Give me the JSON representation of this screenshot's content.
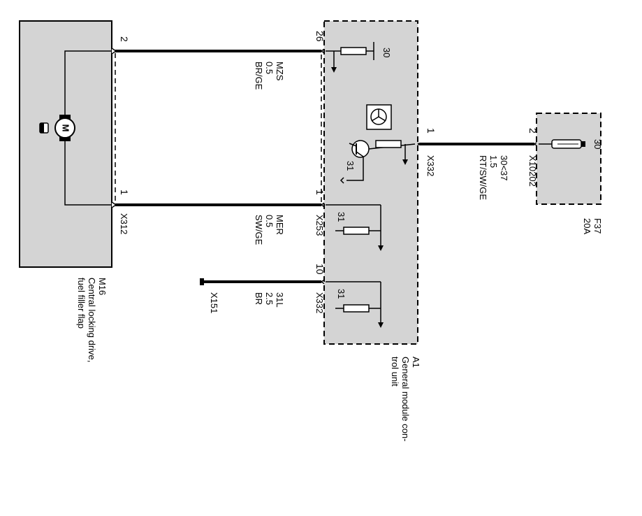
{
  "components": {
    "m16": {
      "id": "M16",
      "name_line1": "Central locking drive,",
      "name_line2": "fuel filler flap",
      "motor_symbol": "M"
    },
    "a1": {
      "id": "A1",
      "name_line1": "General module con-",
      "name_line2": "trol unit"
    },
    "f37": {
      "id": "F37",
      "rating": "20A",
      "terminal": "30"
    }
  },
  "connectors": {
    "x312": "X312",
    "x253": "X253",
    "x332_top": "X332",
    "x332_bottom": "X332",
    "x151": "X151",
    "x10202": "X10202"
  },
  "pins": {
    "m16_pin2": "2",
    "m16_pin1": "1",
    "a1_pin26": "26",
    "a1_pin1_left": "1",
    "a1_pin10": "10",
    "a1_pin1_right": "1",
    "f37_pin2": "2"
  },
  "wires": {
    "mzs": {
      "name": "MZS",
      "size": "0.5",
      "color": "BR/GE"
    },
    "mer": {
      "name": "MER",
      "size": "0.5",
      "color": "SW/GE"
    },
    "gnd": {
      "name": "31L",
      "size": "2.5",
      "color": "BR"
    },
    "supply": {
      "name": "30<37",
      "size": "1.5",
      "color": "RT/SW/GE"
    }
  },
  "internal_labels": {
    "term30": "30",
    "term31_transistor": "31",
    "term31_mer": "31",
    "term31_gnd": "31"
  },
  "icons": {
    "motor": "motor-icon",
    "fuel_flap": "fuel-flap-icon",
    "control_unit": "control-unit-symbol-icon",
    "transistor": "transistor-icon",
    "fuse": "fuse-icon",
    "ground": "ground-terminal-icon"
  }
}
